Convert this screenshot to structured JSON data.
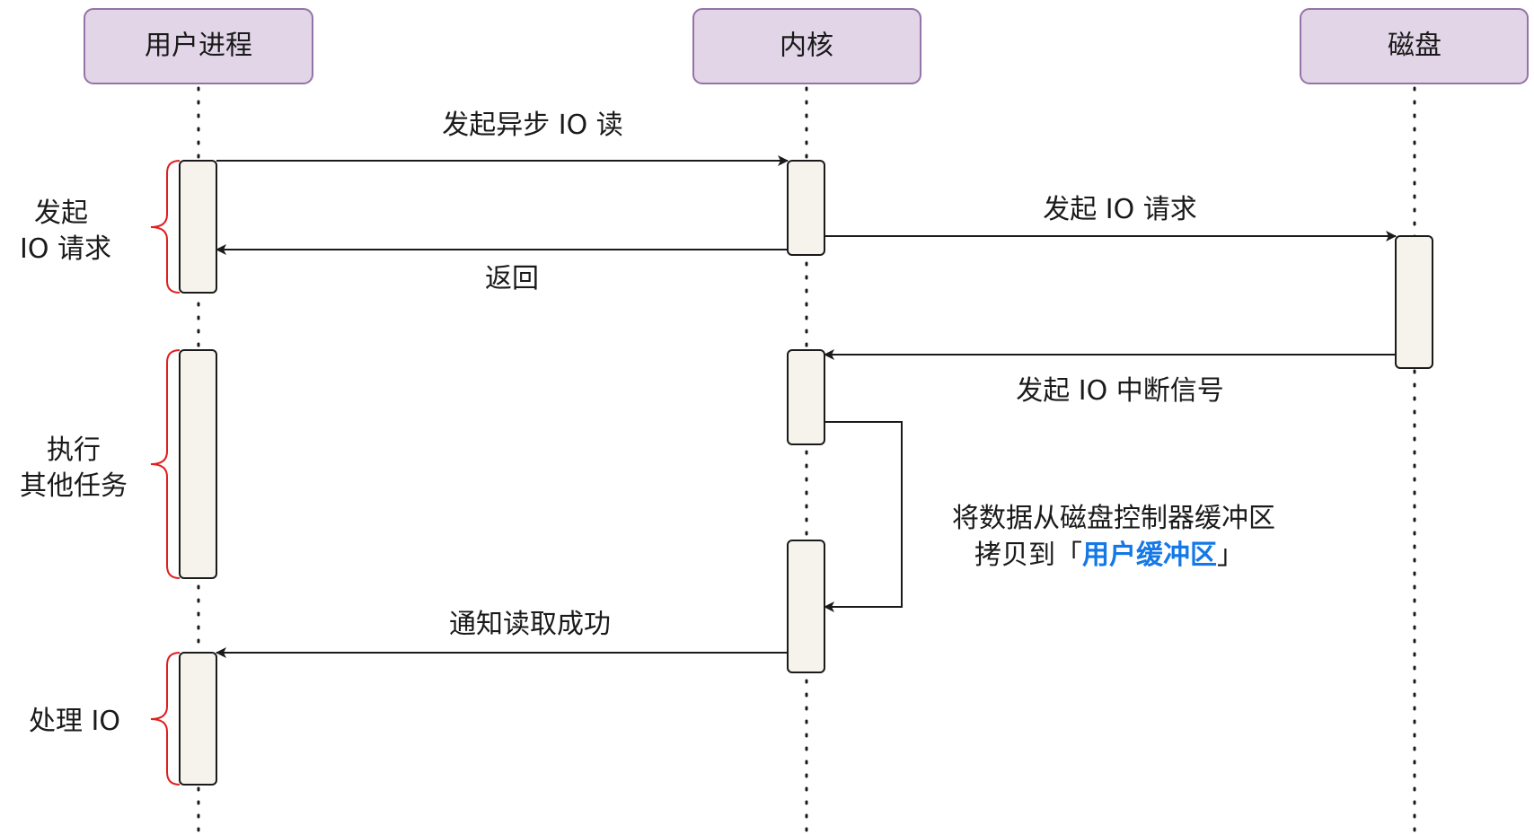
{
  "participants": [
    {
      "id": "user",
      "label": "用户进程"
    },
    {
      "id": "kernel",
      "label": "内核"
    },
    {
      "id": "disk",
      "label": "磁盘"
    }
  ],
  "messages": [
    {
      "id": "m1",
      "from": "user",
      "to": "kernel",
      "label": "发起异步 IO 读"
    },
    {
      "id": "m2",
      "from": "kernel",
      "to": "user",
      "label": "返回"
    },
    {
      "id": "m3",
      "from": "kernel",
      "to": "disk",
      "label": "发起 IO 请求"
    },
    {
      "id": "m4",
      "from": "disk",
      "to": "kernel",
      "label": "发起 IO 中断信号"
    },
    {
      "id": "m5",
      "from": "kernel",
      "to": "kernel",
      "label_line1": "将数据从磁盘控制器缓冲区",
      "label_line2_prefix": "拷贝到「",
      "label_line2_highlight": "用户缓冲区",
      "label_line2_suffix": "」"
    },
    {
      "id": "m6",
      "from": "kernel",
      "to": "user",
      "label": "通知读取成功"
    }
  ],
  "phases": [
    {
      "id": "p1",
      "lines": [
        "发起",
        "IO 请求"
      ]
    },
    {
      "id": "p2",
      "lines": [
        "执行",
        "其他任务"
      ]
    },
    {
      "id": "p3",
      "lines": [
        "处理 IO"
      ]
    }
  ],
  "colors": {
    "participant_fill": "#e1d5e7",
    "participant_stroke": "#9673a6",
    "activation_fill": "#f5f3ec",
    "brace": "#e02020",
    "highlight": "#1478e6",
    "line": "#1a1a1a"
  }
}
